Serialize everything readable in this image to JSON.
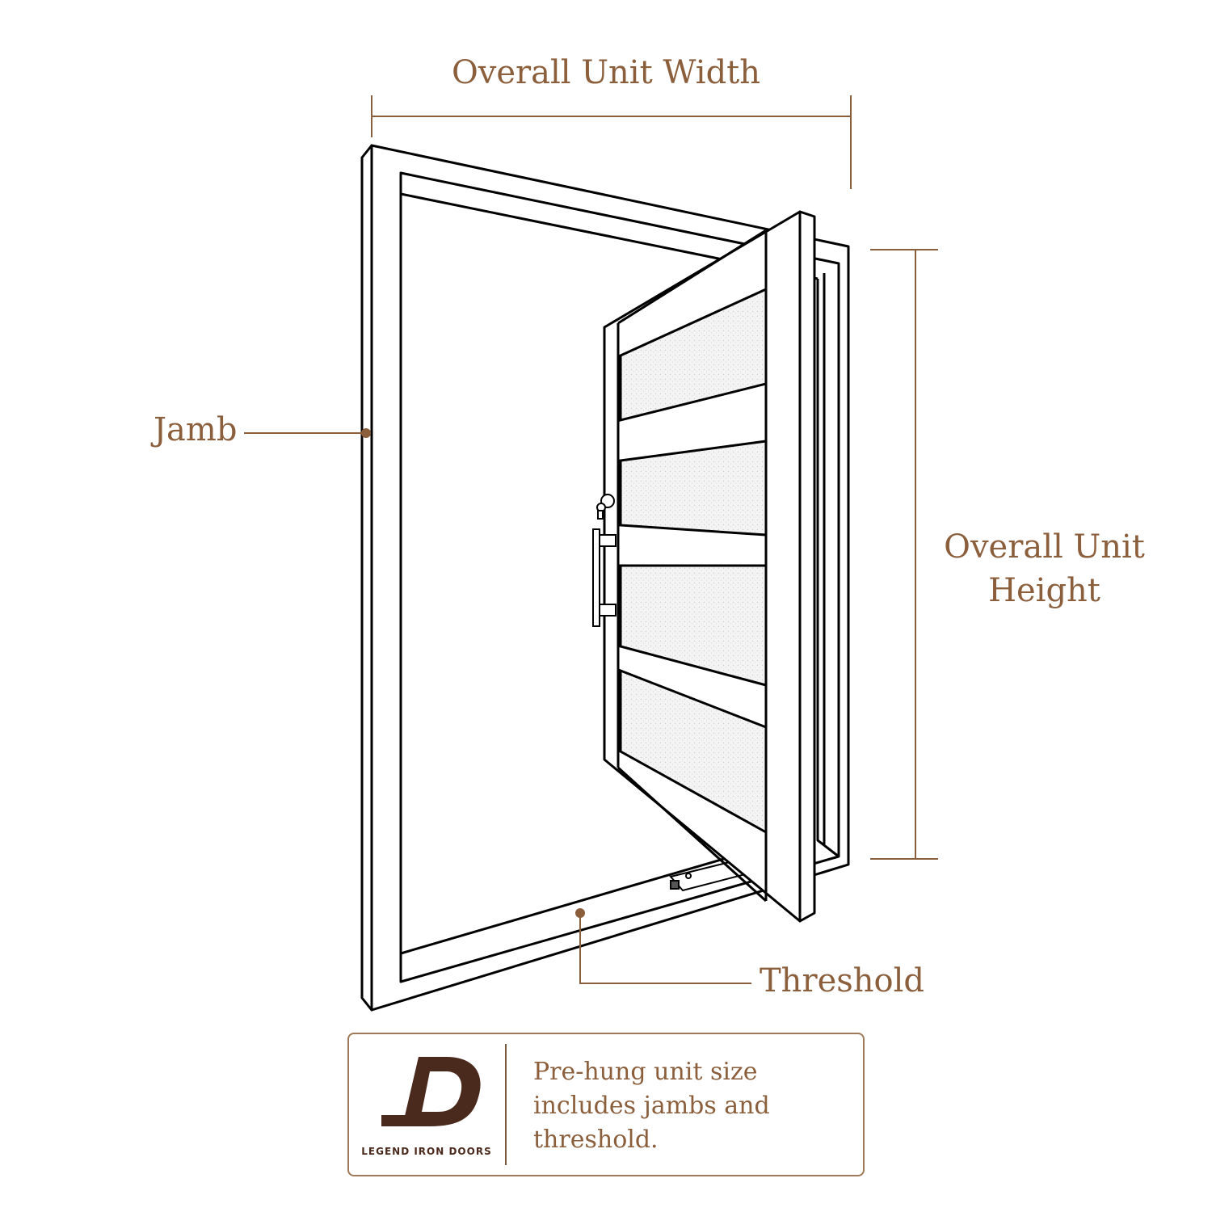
{
  "labels": {
    "overall_width": "Overall Unit Width",
    "overall_height": "Overall Unit Height",
    "jamb": "Jamb",
    "threshold": "Threshold"
  },
  "info_box": {
    "brand": "LEGEND IRON DOORS",
    "note": "Pre-hung unit size includes jambs and threshold."
  },
  "colors": {
    "accent": "#8b5e3c",
    "line": "#000000",
    "logo": "#4a2a1c"
  }
}
